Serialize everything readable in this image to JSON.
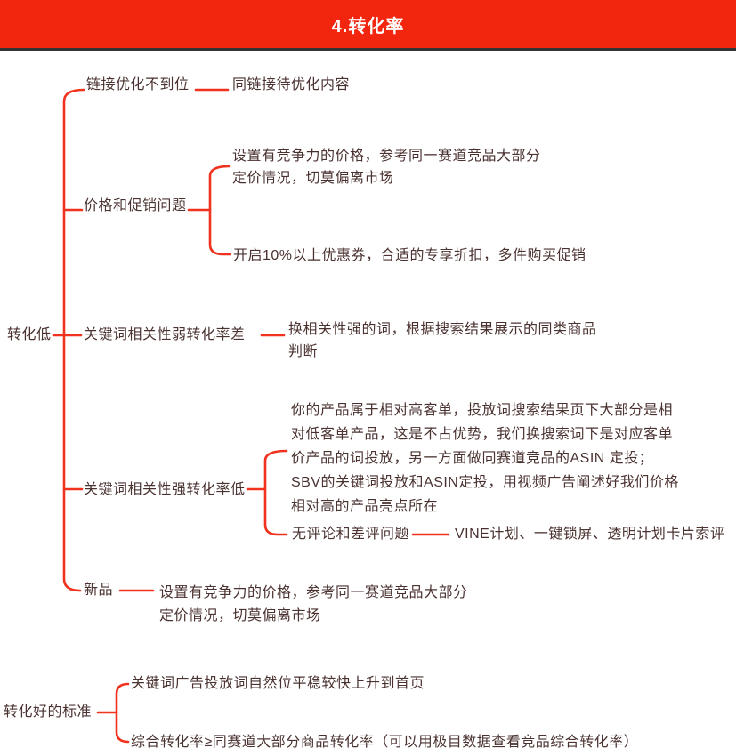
{
  "header": {
    "title": "4.转化率"
  },
  "colors": {
    "header_bg": "#F2250E",
    "header_text": "#FFFFFF",
    "connector": "#F0321E",
    "node_text": "#4A3230",
    "divider": "#333333",
    "background": "#FFFFFF"
  },
  "nodes": {
    "root_low": "转化低",
    "link_opt": "链接优化不到位",
    "link_opt_detail": "同链接待优化内容",
    "price_promo": "价格和促销问题",
    "price_detail_1": "设置有竞争力的价格，参考同一赛道竞品大部分\n定价情况，切莫偏离市场",
    "price_detail_2": "开启10%以上优惠券，合适的专享折扣，多件购买促销",
    "weak_keyword": "关键词相关性弱转化率差",
    "weak_keyword_detail": "换相关性强的词，根据搜索结果展示的同类商品\n判断",
    "strong_keyword": "关键词相关性强转化率低",
    "strong_keyword_detail": "你的产品属于相对高客单，投放词搜索结果页下大部分是相\n对低客单产品，这是不占优势，我们换搜索词下是对应客单\n价产品的词投放，另一方面做同赛道竞品的ASIN 定投；\nSBV的关键词投放和ASIN定投，用视频广告阐述好我们价格\n相对高的产品亮点所在",
    "no_reviews": "无评论和差评问题",
    "no_reviews_detail": "VINE计划、一键锁屏、透明计划卡片索评",
    "new_product": "新品",
    "new_product_detail": "设置有竞争力的价格，参考同一赛道竞品大部分\n定价情况，切莫偏离市场",
    "root_good": "转化好的标准",
    "good_standard_1": "关键词广告投放词自然位平稳较快上升到首页",
    "good_standard_2": "综合转化率≥同赛道大部分商品转化率（可以用极目数据查看竞品综合转化率）"
  }
}
